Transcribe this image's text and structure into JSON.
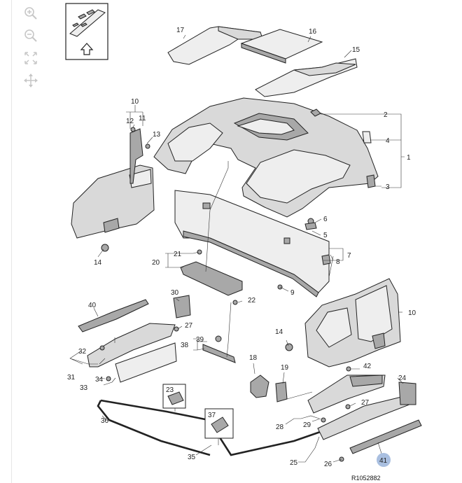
{
  "toolbar": {
    "zoom_in_icon": "zoom-in-icon",
    "zoom_out_icon": "zoom-out-icon",
    "fit_icon": "fit-to-screen-icon",
    "pan_icon": "pan-icon"
  },
  "colors": {
    "line": "#222222",
    "part_fill": "#d6d6d6",
    "part_dark": "#9a9a9a",
    "highlight_badge": "#a9bfe0",
    "toolbar_icon": "#c7c7c7"
  },
  "callouts": {
    "c1": "1",
    "c2": "2",
    "c3": "3",
    "c4": "4",
    "c5": "5",
    "c6": "6",
    "c7": "7",
    "c8": "8",
    "c9": "9",
    "c10a": "10",
    "c10b": "10",
    "c11": "11",
    "c12": "12",
    "c13": "13",
    "c14a": "14",
    "c14b": "14",
    "c15": "15",
    "c16": "16",
    "c17": "17",
    "c18": "18",
    "c19": "19",
    "c20": "20",
    "c21": "21",
    "c22": "22",
    "c23": "23",
    "c24": "24",
    "c25": "25",
    "c26": "26",
    "c27a": "27",
    "c27b": "27",
    "c28": "28",
    "c29": "29",
    "c30": "30",
    "c31": "31",
    "c32": "32",
    "c33": "33",
    "c34": "34",
    "c35": "35",
    "c36": "36",
    "c37": "37",
    "c38": "38",
    "c39": "39",
    "c40": "40",
    "c41": "41",
    "c42": "42"
  },
  "reference": "R1052882"
}
